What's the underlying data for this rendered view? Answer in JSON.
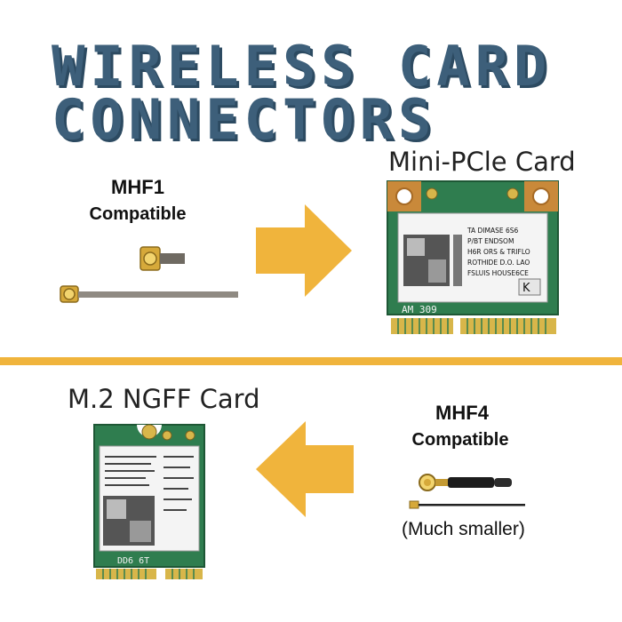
{
  "title": {
    "line1": "WIRELESS CARD",
    "line2": "CONNECTORS"
  },
  "colors": {
    "title": "#3d5f7a",
    "accent": "#f0b43c",
    "pcb": "#2f7d4f",
    "gold": "#d8b64a"
  },
  "top_section": {
    "card_label": "Mini-PCle Card",
    "connector_name": "MHF1",
    "connector_note": "Compatible",
    "arrow_direction": "right",
    "card_text": [
      "TA  DIMASE 6S6",
      "P/BT  ENDSOM",
      "H6R ORS & TRIFLO",
      "ROTHIDE D.O. LAO",
      "FSLUIS HOUSE6CE"
    ],
    "card_code": "AM 309",
    "card_mark": "K"
  },
  "bottom_section": {
    "card_label": "M.2 NGFF Card",
    "connector_name": "MHF4",
    "connector_note": "Compatible",
    "size_note": "(Much smaller)",
    "arrow_direction": "left",
    "card_code": "DD6 6T"
  }
}
